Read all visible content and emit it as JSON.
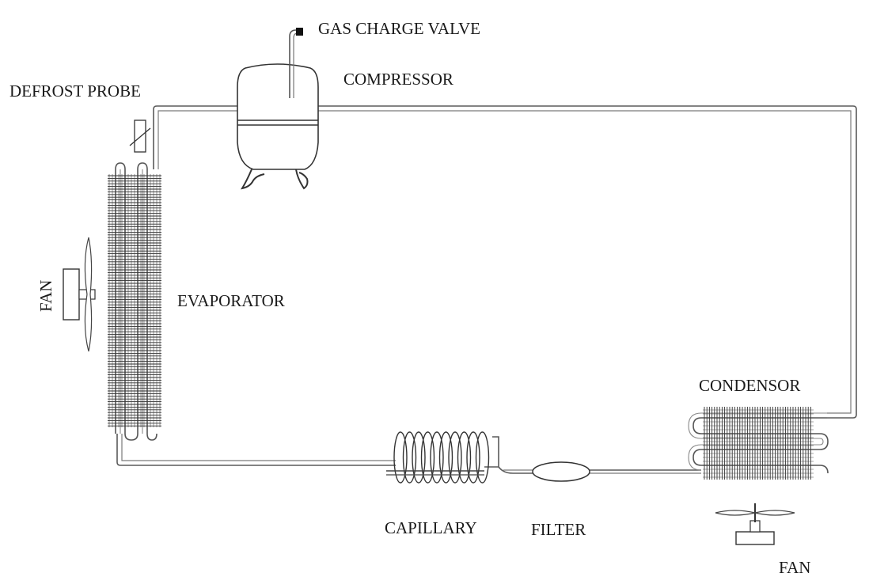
{
  "labels": {
    "gas_charge_valve": "GAS CHARGE VALVE",
    "compressor": "COMPRESSOR",
    "defrost_probe": "DEFROST PROBE",
    "evaporator": "EVAPORATOR",
    "evaporator_fan": "FAN",
    "condensor": "CONDENSOR",
    "condensor_fan": "FAN",
    "capillary": "CAPILLARY",
    "filter": "FILTER"
  }
}
